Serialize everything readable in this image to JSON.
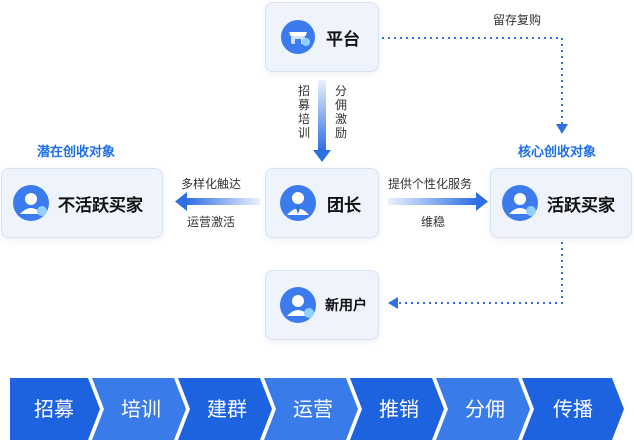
{
  "nodes": {
    "platform": "平台",
    "inactive": "不活跃买家",
    "leader": "团长",
    "active": "活跃买家",
    "newuser": "新用户"
  },
  "sections": {
    "potential": "潜在创收对象",
    "core": "核心创收对象"
  },
  "edges": {
    "retention": "留存复购",
    "recruit_train": [
      "招",
      "募",
      "培",
      "训"
    ],
    "share_motivate": [
      "分",
      "佣",
      "激",
      "励"
    ],
    "reach": "多样化触达",
    "ops": "运营激活",
    "service": "提供个性化服务",
    "stable": "维稳"
  },
  "steps": [
    "招募",
    "培训",
    "建群",
    "运营",
    "推销",
    "分佣",
    "传播"
  ],
  "colors": {
    "accent": "#1f6fe8",
    "arrow_blue": "#2f6fe6",
    "box_bg": "#eef3fc",
    "strip_dark": "#1d62df",
    "strip_light": "#4a86ee"
  },
  "icons": {
    "platform": "shop-icon",
    "leader": "leader-person-icon",
    "user": "user-icon"
  }
}
